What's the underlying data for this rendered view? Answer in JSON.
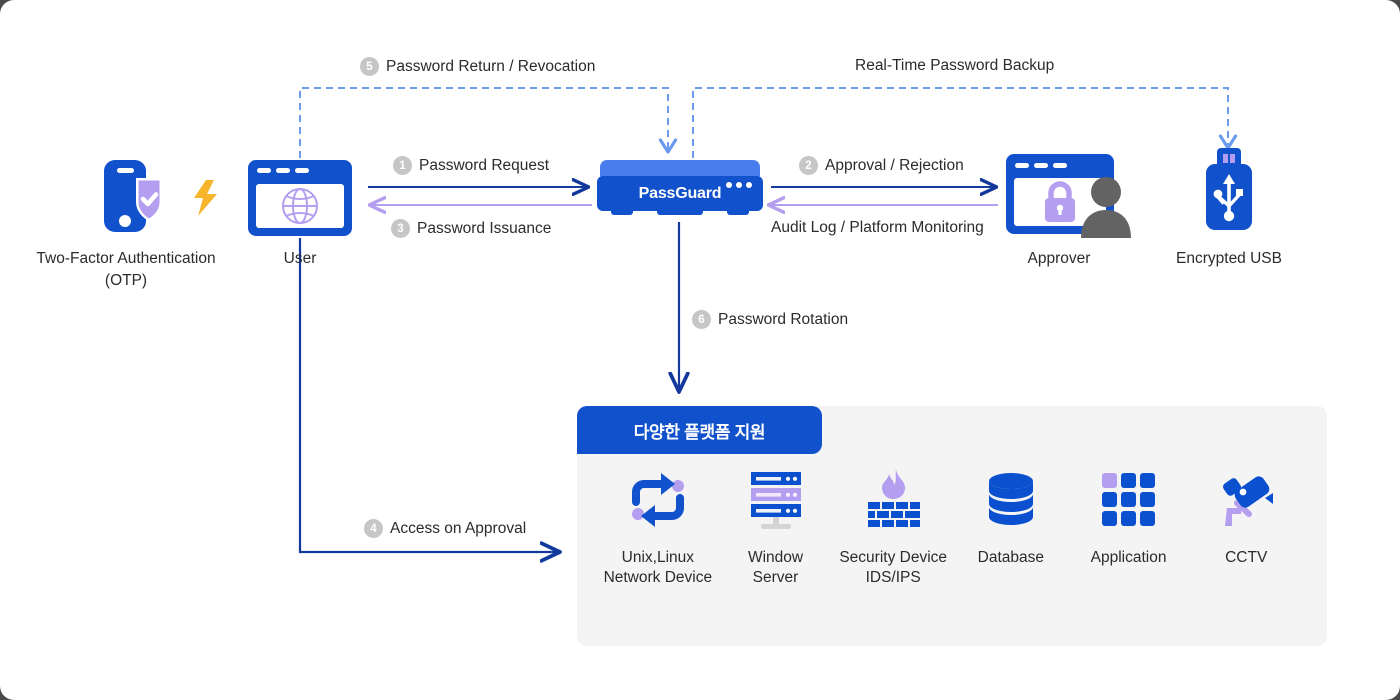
{
  "diagram": {
    "title": "PassGuard password management flow",
    "colors": {
      "blue": "#1251cc",
      "blue_light": "#4a7dec",
      "purple": "#b39ef0",
      "dashed_blue": "#6e9bed",
      "amber": "#f7b52c",
      "gray_panel": "#f4f4f5",
      "badge_gray": "#c6c6c6",
      "text": "#2b2b2b"
    }
  },
  "nodes": {
    "otp": {
      "label_line1": "Two-Factor Authentication",
      "label_line2": "(OTP)",
      "icon": "phone-shield-otp-icon"
    },
    "bolt": {
      "icon": "lightning-bolt-icon"
    },
    "user": {
      "label": "User",
      "icon": "browser-globe-icon"
    },
    "passguard": {
      "label": "PassGuard",
      "icon": "server-appliance-icon"
    },
    "approver": {
      "label": "Approver",
      "icon": "browser-lock-person-icon"
    },
    "usb": {
      "label": "Encrypted USB",
      "icon": "usb-drive-icon"
    }
  },
  "flows": {
    "password_return": {
      "number": "5",
      "label": "Password Return / Revocation"
    },
    "realtime_backup": {
      "number": "",
      "label": "Real-Time Password Backup"
    },
    "password_request": {
      "number": "1",
      "label": "Password Request"
    },
    "password_issuance": {
      "number": "3",
      "label": "Password Issuance"
    },
    "approval_rejection": {
      "number": "2",
      "label": "Approval / Rejection"
    },
    "audit_log": {
      "number": "",
      "label": "Audit Log / Platform Monitoring"
    },
    "password_rotation": {
      "number": "6",
      "label": "Password Rotation"
    },
    "access_on_approval": {
      "number": "4",
      "label": "Access on Approval"
    }
  },
  "platform": {
    "title": "다양한 플랫폼 지원",
    "items": [
      {
        "label": "Unix,Linux\nNetwork Device",
        "label_line1": "Unix,Linux",
        "label_line2": "Network Device",
        "icon": "refresh-arrows-icon"
      },
      {
        "label": "Window\nServer",
        "label_line1": "Window",
        "label_line2": "Server",
        "icon": "server-rack-icon"
      },
      {
        "label": "Security Device\nIDS/IPS",
        "label_line1": "Security Device",
        "label_line2": "IDS/IPS",
        "icon": "firewall-flame-icon"
      },
      {
        "label": "Database",
        "label_line1": "Database",
        "label_line2": "",
        "icon": "database-icon"
      },
      {
        "label": "Application",
        "label_line1": "Application",
        "label_line2": "",
        "icon": "app-grid-icon"
      },
      {
        "label": "CCTV",
        "label_line1": "CCTV",
        "label_line2": "",
        "icon": "cctv-camera-icon"
      }
    ]
  }
}
